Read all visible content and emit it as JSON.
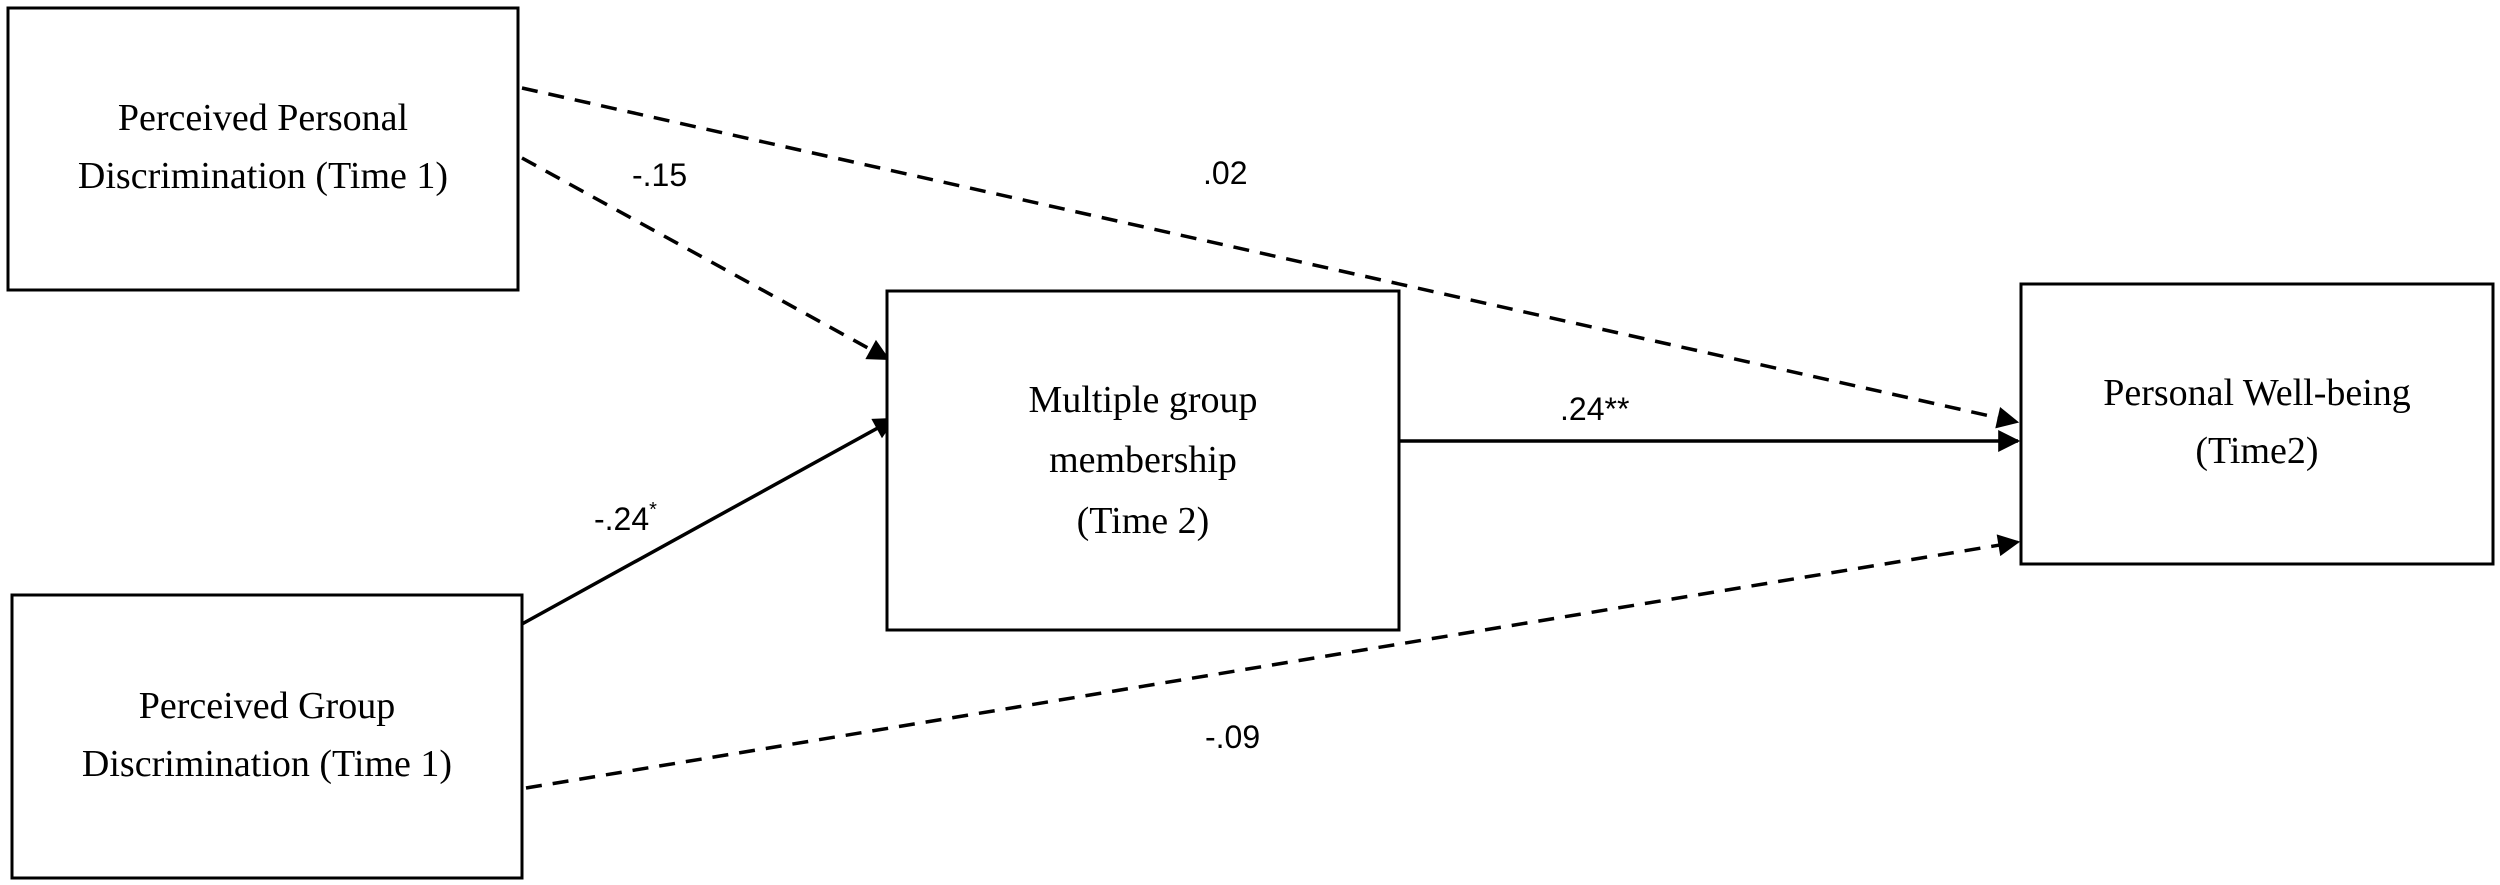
{
  "nodes": {
    "personal_discrimination": {
      "lines": [
        "Perceived Personal",
        "Discrimination (Time 1)"
      ]
    },
    "group_discrimination": {
      "lines": [
        "Perceived Group",
        "Discrimination (Time 1)"
      ]
    },
    "multiple_group_membership": {
      "lines": [
        "Multiple group",
        "membership",
        "(Time 2)"
      ]
    },
    "personal_wellbeing": {
      "lines": [
        "Personal Well-being",
        "(Time2)"
      ]
    }
  },
  "edges": {
    "personal_to_membership": {
      "from": "personal_discrimination",
      "to": "multiple_group_membership",
      "coefficient": "-.15",
      "significance": "",
      "style": "dashed"
    },
    "personal_to_wellbeing": {
      "from": "personal_discrimination",
      "to": "personal_wellbeing",
      "coefficient": ".02",
      "significance": "",
      "style": "dashed"
    },
    "group_to_membership": {
      "from": "group_discrimination",
      "to": "multiple_group_membership",
      "coefficient": "-.24",
      "significance": "*",
      "style": "solid"
    },
    "membership_to_wellbeing": {
      "from": "multiple_group_membership",
      "to": "personal_wellbeing",
      "coefficient": ".24**",
      "significance": "",
      "style": "solid"
    },
    "group_to_wellbeing": {
      "from": "group_discrimination",
      "to": "personal_wellbeing",
      "coefficient": "-.09",
      "significance": "",
      "style": "dashed"
    }
  }
}
